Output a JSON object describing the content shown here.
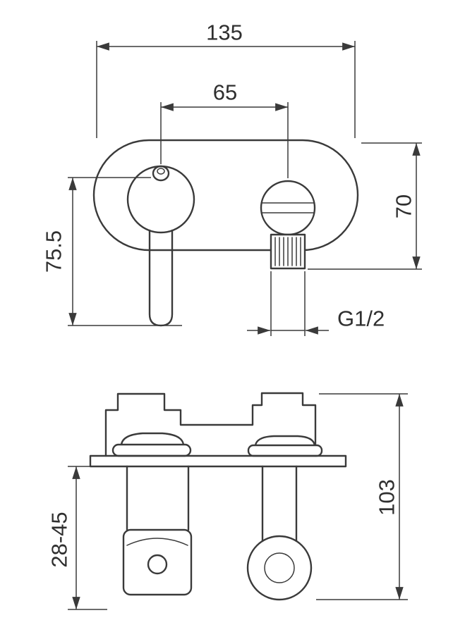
{
  "colors": {
    "line": "#3a3a3a",
    "background": "#ffffff",
    "text": "#2f2f2f"
  },
  "dims": {
    "front": {
      "overall_width": "135",
      "center_distance": "65",
      "left_height": "75.5",
      "right_height": "70",
      "thread": "G1/2"
    },
    "side": {
      "depth_range": "28-45",
      "total_height": "103"
    }
  }
}
